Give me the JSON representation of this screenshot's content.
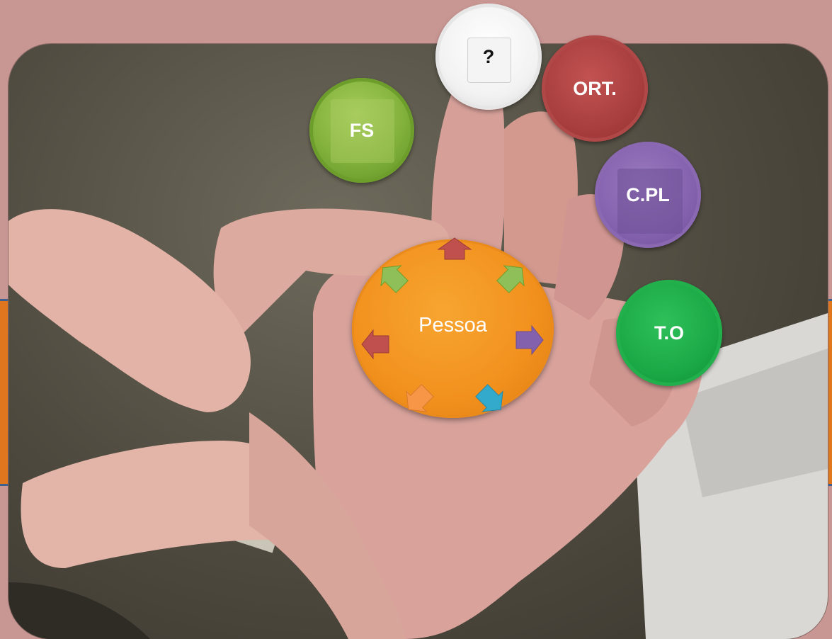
{
  "diagram": {
    "center_label": "Pessoa",
    "nodes": [
      {
        "id": "fs",
        "label": "FS",
        "color": "#7fae3a"
      },
      {
        "id": "q",
        "label": "?",
        "color": "#f5f5f5"
      },
      {
        "id": "ort",
        "label": "ORT.",
        "color": "#a83e3e"
      },
      {
        "id": "cpl",
        "label": "C.PL",
        "color": "#8461ad"
      },
      {
        "id": "to",
        "label": "T.O",
        "color": "#1aa845"
      }
    ],
    "center_color": "#f2901d",
    "arrow_colors": [
      "#c0504d",
      "#7fae3a",
      "#7fae3a",
      "#8461ad",
      "#33aacc",
      "#f79646",
      "#c0504d"
    ]
  }
}
